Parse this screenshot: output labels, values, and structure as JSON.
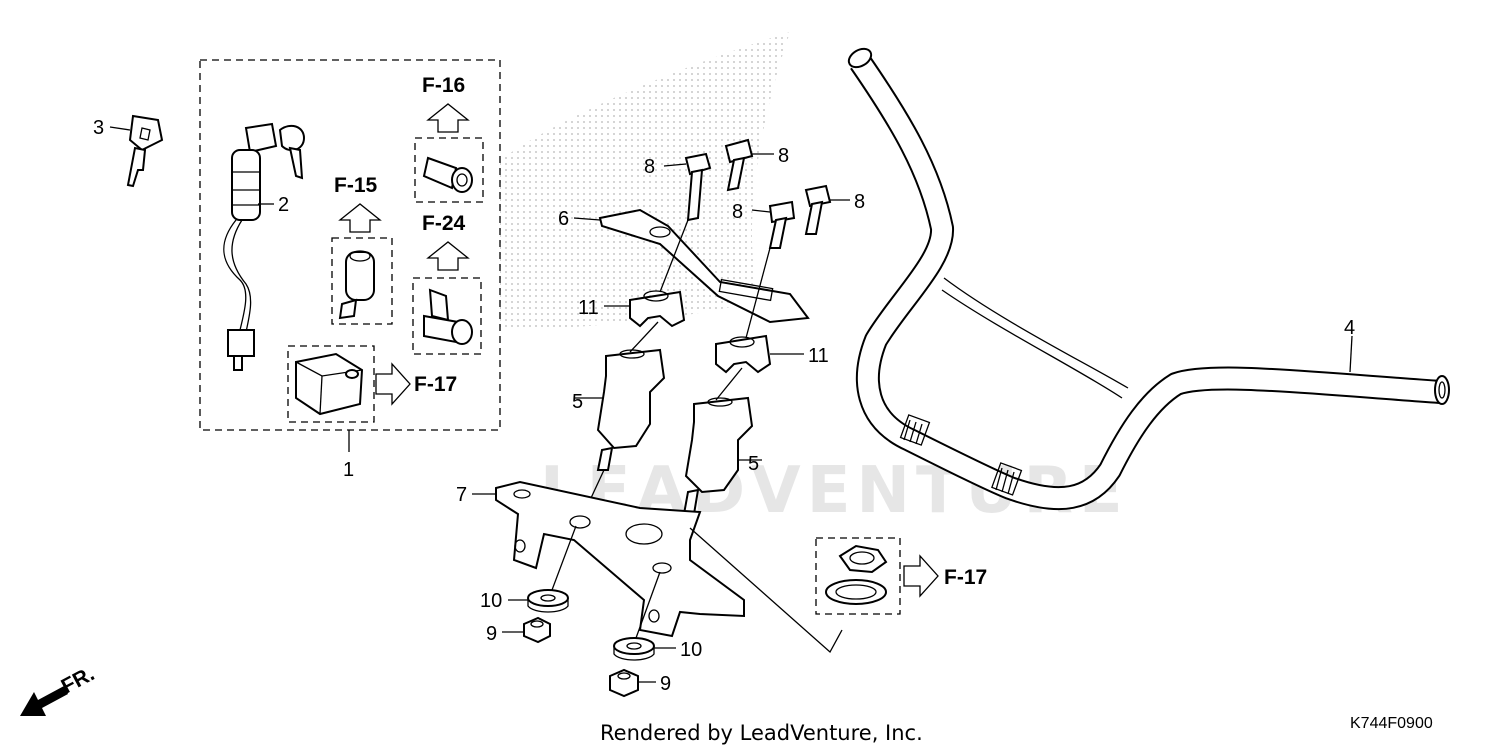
{
  "watermark": "LEADVENTURE",
  "callouts": {
    "c1": "1",
    "c2": "2",
    "c3": "3",
    "c4": "4",
    "c5a": "5",
    "c5b": "5",
    "c6": "6",
    "c7": "7",
    "c8a": "8",
    "c8b": "8",
    "c8c": "8",
    "c8d": "8",
    "c9a": "9",
    "c9b": "9",
    "c10a": "10",
    "c10b": "10",
    "c11a": "11",
    "c11b": "11"
  },
  "refs": {
    "f16": "F-16",
    "f15": "F-15",
    "f24": "F-24",
    "f17a": "F-17",
    "f17b": "F-17"
  },
  "front_label": "FR.",
  "footer": "Rendered by LeadVenture, Inc.",
  "diagram_code": "K744F0900",
  "icons": [
    "front-direction-arrow-icon",
    "reference-arrow-icon"
  ]
}
